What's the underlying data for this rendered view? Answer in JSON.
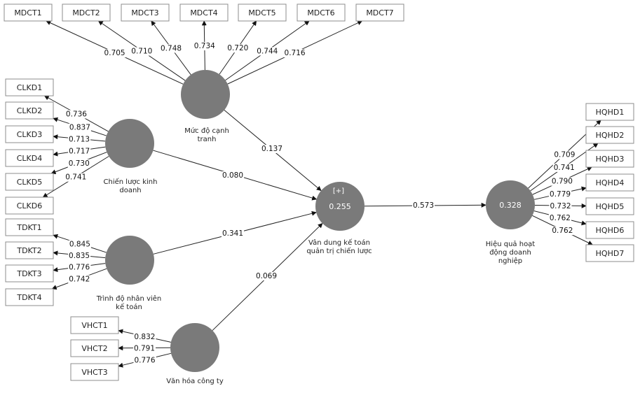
{
  "constructs": [
    {
      "id": "mdct",
      "label": [
        "Mức độ cạnh",
        "tranh"
      ],
      "r2": ""
    },
    {
      "id": "clkd",
      "label": [
        "Chiến lược kinh",
        "doanh"
      ],
      "r2": ""
    },
    {
      "id": "tdkt",
      "label": [
        "Trình độ nhân viên",
        "kế toán"
      ],
      "r2": ""
    },
    {
      "id": "vhct",
      "label": [
        "Văn hóa công ty"
      ],
      "r2": ""
    },
    {
      "id": "vdkt",
      "label": [
        "Vân dung kế toán",
        "quản trị chiến lược"
      ],
      "r2": "0.255",
      "expand": "[+]"
    },
    {
      "id": "hqhd",
      "label": [
        "Hiệu quả hoạt",
        "động doanh",
        "nghiệp"
      ],
      "r2": "0.328"
    }
  ],
  "indicators": {
    "mdct": [
      {
        "name": "MDCT1",
        "loading": "0.705"
      },
      {
        "name": "MDCT2",
        "loading": "0.710"
      },
      {
        "name": "MDCT3",
        "loading": "0.748"
      },
      {
        "name": "MDCT4",
        "loading": "0.734"
      },
      {
        "name": "MDCT5",
        "loading": "0.720"
      },
      {
        "name": "MDCT6",
        "loading": "0.744"
      },
      {
        "name": "MDCT7",
        "loading": "0.716"
      }
    ],
    "clkd": [
      {
        "name": "CLKD1",
        "loading": "0.736"
      },
      {
        "name": "CLKD2",
        "loading": "0.837"
      },
      {
        "name": "CLKD3",
        "loading": "0.713"
      },
      {
        "name": "CLKD4",
        "loading": "0.717"
      },
      {
        "name": "CLKD5",
        "loading": "0.730"
      },
      {
        "name": "CLKD6",
        "loading": "0.741"
      }
    ],
    "tdkt": [
      {
        "name": "TDKT1",
        "loading": "0.845"
      },
      {
        "name": "TDKT2",
        "loading": "0.835"
      },
      {
        "name": "TDKT3",
        "loading": "0.776"
      },
      {
        "name": "TDKT4",
        "loading": "0.742"
      }
    ],
    "vhct": [
      {
        "name": "VHCT1",
        "loading": "0.832"
      },
      {
        "name": "VHCT2",
        "loading": "0.791"
      },
      {
        "name": "VHCT3",
        "loading": "0.776"
      }
    ],
    "hqhd": [
      {
        "name": "HQHD1",
        "loading": "0.709"
      },
      {
        "name": "HQHD2",
        "loading": "0.741"
      },
      {
        "name": "HQHD3",
        "loading": "0.790"
      },
      {
        "name": "HQHD4",
        "loading": "0.779"
      },
      {
        "name": "HQHD5",
        "loading": "0.732"
      },
      {
        "name": "HQHD6",
        "loading": "0.762"
      },
      {
        "name": "HQHD7",
        "loading": "0.762"
      }
    ]
  },
  "paths": [
    {
      "from": "mdct",
      "to": "vdkt",
      "coef": "0.137"
    },
    {
      "from": "clkd",
      "to": "vdkt",
      "coef": "0.080"
    },
    {
      "from": "tdkt",
      "to": "vdkt",
      "coef": "0.341"
    },
    {
      "from": "vhct",
      "to": "vdkt",
      "coef": "0.069"
    },
    {
      "from": "vdkt",
      "to": "hqhd",
      "coef": "0.573"
    }
  ]
}
